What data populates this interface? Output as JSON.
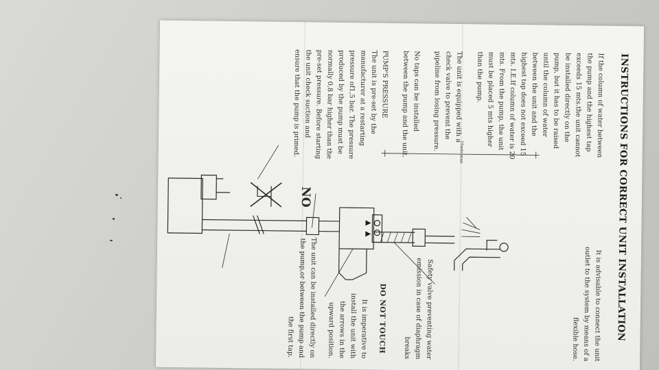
{
  "document": {
    "title": "INSTRUCTIONS FOR CORRECT UNIT INSTALLATION",
    "left_column": {
      "para1": "If the column of water between the pump and the highest tap exceeds 15 mts.the unit cannot be installed directly on the pump, but it has to be raised until the column of water between the unit and the highest tap does not exceed 15 mts. I.E.If column of water is 20 mts. From the pump, the unit must be placed 5 mts higher than the pump.",
      "para2": "The unit is equipped with a check valve to prevent the pipeline from losing pressure.",
      "para3": "No taps can be installed between the pump and the unit.",
      "pressure_heading": "PUMP'S PRESSURE",
      "para4": "The unit is pre-set by the manufacturer at a restarting pressure of1,5 bar. The pressure produced by the pump must be normally 0,8 bar higher than the pre-set pressure. Before starting the unit check suction and ensure that the pump is primed."
    },
    "right_column": {
      "para1": "It is advisable to connect the unit outlet to the system by means of a flexible hose.",
      "para2": "Safety valve preventing water emission in case of diaphragm breaks",
      "do_not_touch": "DO NOT TOUCH",
      "para3": "It is imperative to install the unit with the arrows in the upward position.",
      "para4": "The unit can be installed directly on the pump,or between the pump and the first tap."
    },
    "diagram": {
      "no_label": "NO",
      "dimension_label": "15mts max"
    }
  }
}
